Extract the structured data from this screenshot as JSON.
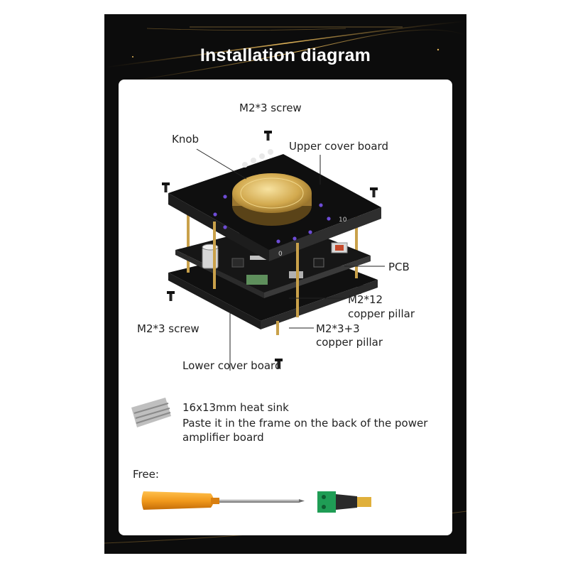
{
  "title": "Installation diagram",
  "labels": {
    "screw_top": "M2*3 screw",
    "knob": "Knob",
    "upper_cover": "Upper cover board",
    "pcb": "PCB",
    "pillar_12_line1": "M2*12",
    "pillar_12_line2": "copper pillar",
    "screw_bottom": "M2*3 screw",
    "pillar_33_line1": "M2*3+3",
    "pillar_33_line2": "copper pillar",
    "lower_cover": "Lower cover board"
  },
  "board_text": {
    "scale_max": "10",
    "scale_min": "0"
  },
  "heatsink": {
    "title": "16x13mm heat sink",
    "line1": "Paste it in the frame on the back of the power",
    "line2": "amplifier board"
  },
  "free_label": "Free:",
  "colors": {
    "frame": "#0c0c0c",
    "gold": "#c9a14a",
    "board": "#111111",
    "screwdriver_handle": "#f29a1c",
    "terminal_green": "#1f9d55"
  }
}
